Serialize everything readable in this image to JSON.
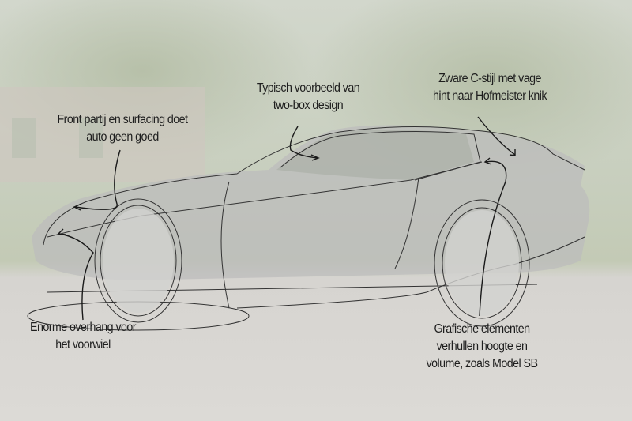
{
  "annotations": [
    {
      "id": "front",
      "lines": [
        "Front partij en surfacing doet",
        "auto geen goed"
      ]
    },
    {
      "id": "twobox",
      "lines": [
        "Typisch voorbeeld van",
        "two-box design"
      ]
    },
    {
      "id": "cpillar",
      "lines": [
        "Zware C-stijl met vage",
        "hint naar Hofmeister knik"
      ]
    },
    {
      "id": "overhang",
      "lines": [
        "Enorme overhang voor",
        "het voorwiel"
      ]
    },
    {
      "id": "graphics",
      "lines": [
        "Grafische elementen",
        "verhullen hoogte en",
        "volume, zoals Model SB"
      ]
    }
  ]
}
